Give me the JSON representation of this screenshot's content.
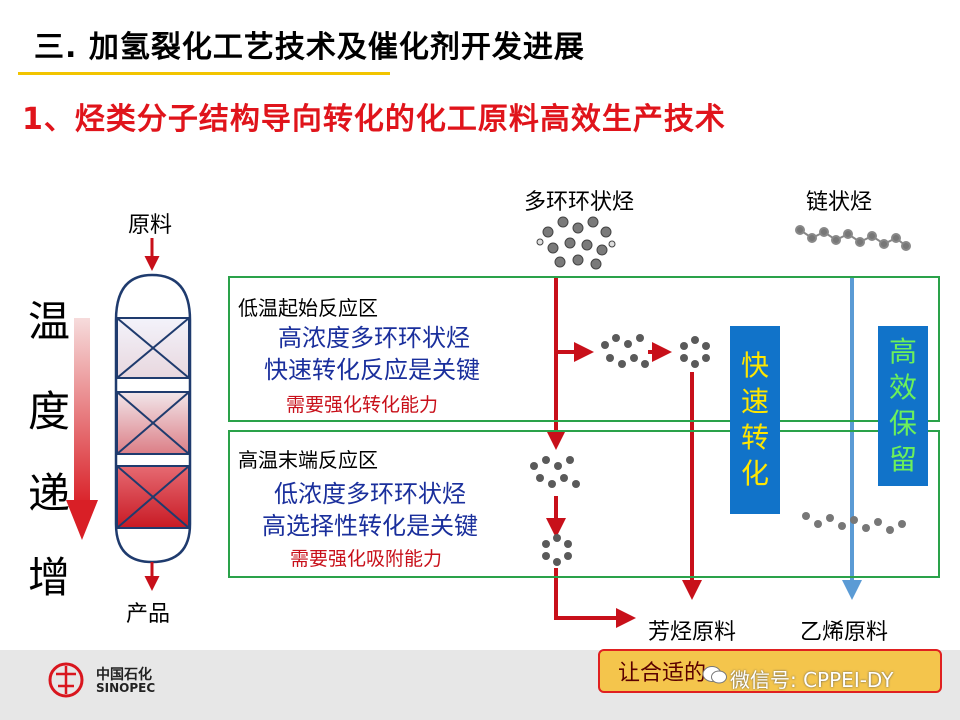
{
  "header": {
    "title": "三. 加氢裂化工艺技术及催化剂开发进展",
    "subtitle": "1、烃类分子结构导向转化的化工原料高效生产技术"
  },
  "reactor": {
    "input_label": "原料",
    "output_label": "产品",
    "temperature_chars": [
      "温",
      "度",
      "递",
      "增"
    ]
  },
  "feeds": {
    "polycyclic": "多环环状烃",
    "chain": "链状烃"
  },
  "zones": {
    "low": {
      "title": "低温起始反应区",
      "line1": "高浓度多环环状烃",
      "line2": "快速转化反应是关键",
      "need": "需要强化转化能力"
    },
    "high": {
      "title": "高温末端反应区",
      "line1": "低浓度多环环状烃",
      "line2": "高选择性转化是关键",
      "need": "需要强化吸附能力"
    }
  },
  "bars": {
    "fast": [
      "快",
      "速",
      "转",
      "化"
    ],
    "keep": [
      "高",
      "效",
      "保",
      "留"
    ]
  },
  "products": {
    "aromatic": "芳烃原料",
    "ethylene": "乙烯原料"
  },
  "footer": {
    "brand_cn": "中国石化",
    "brand_en": "SINOPEC",
    "callout": "让合适的",
    "watermark": "微信号: CPPEI-DY"
  },
  "colors": {
    "title_red": "#e0141b",
    "accent_yellow": "#f2c400",
    "zone_green": "#2aa24a",
    "flow_red": "#c8101a",
    "flow_blue": "#5b9bd5",
    "bar_blue": "#1173c9",
    "bar_text_fast": "#ffe600",
    "bar_text_keep": "#6cf05a"
  }
}
